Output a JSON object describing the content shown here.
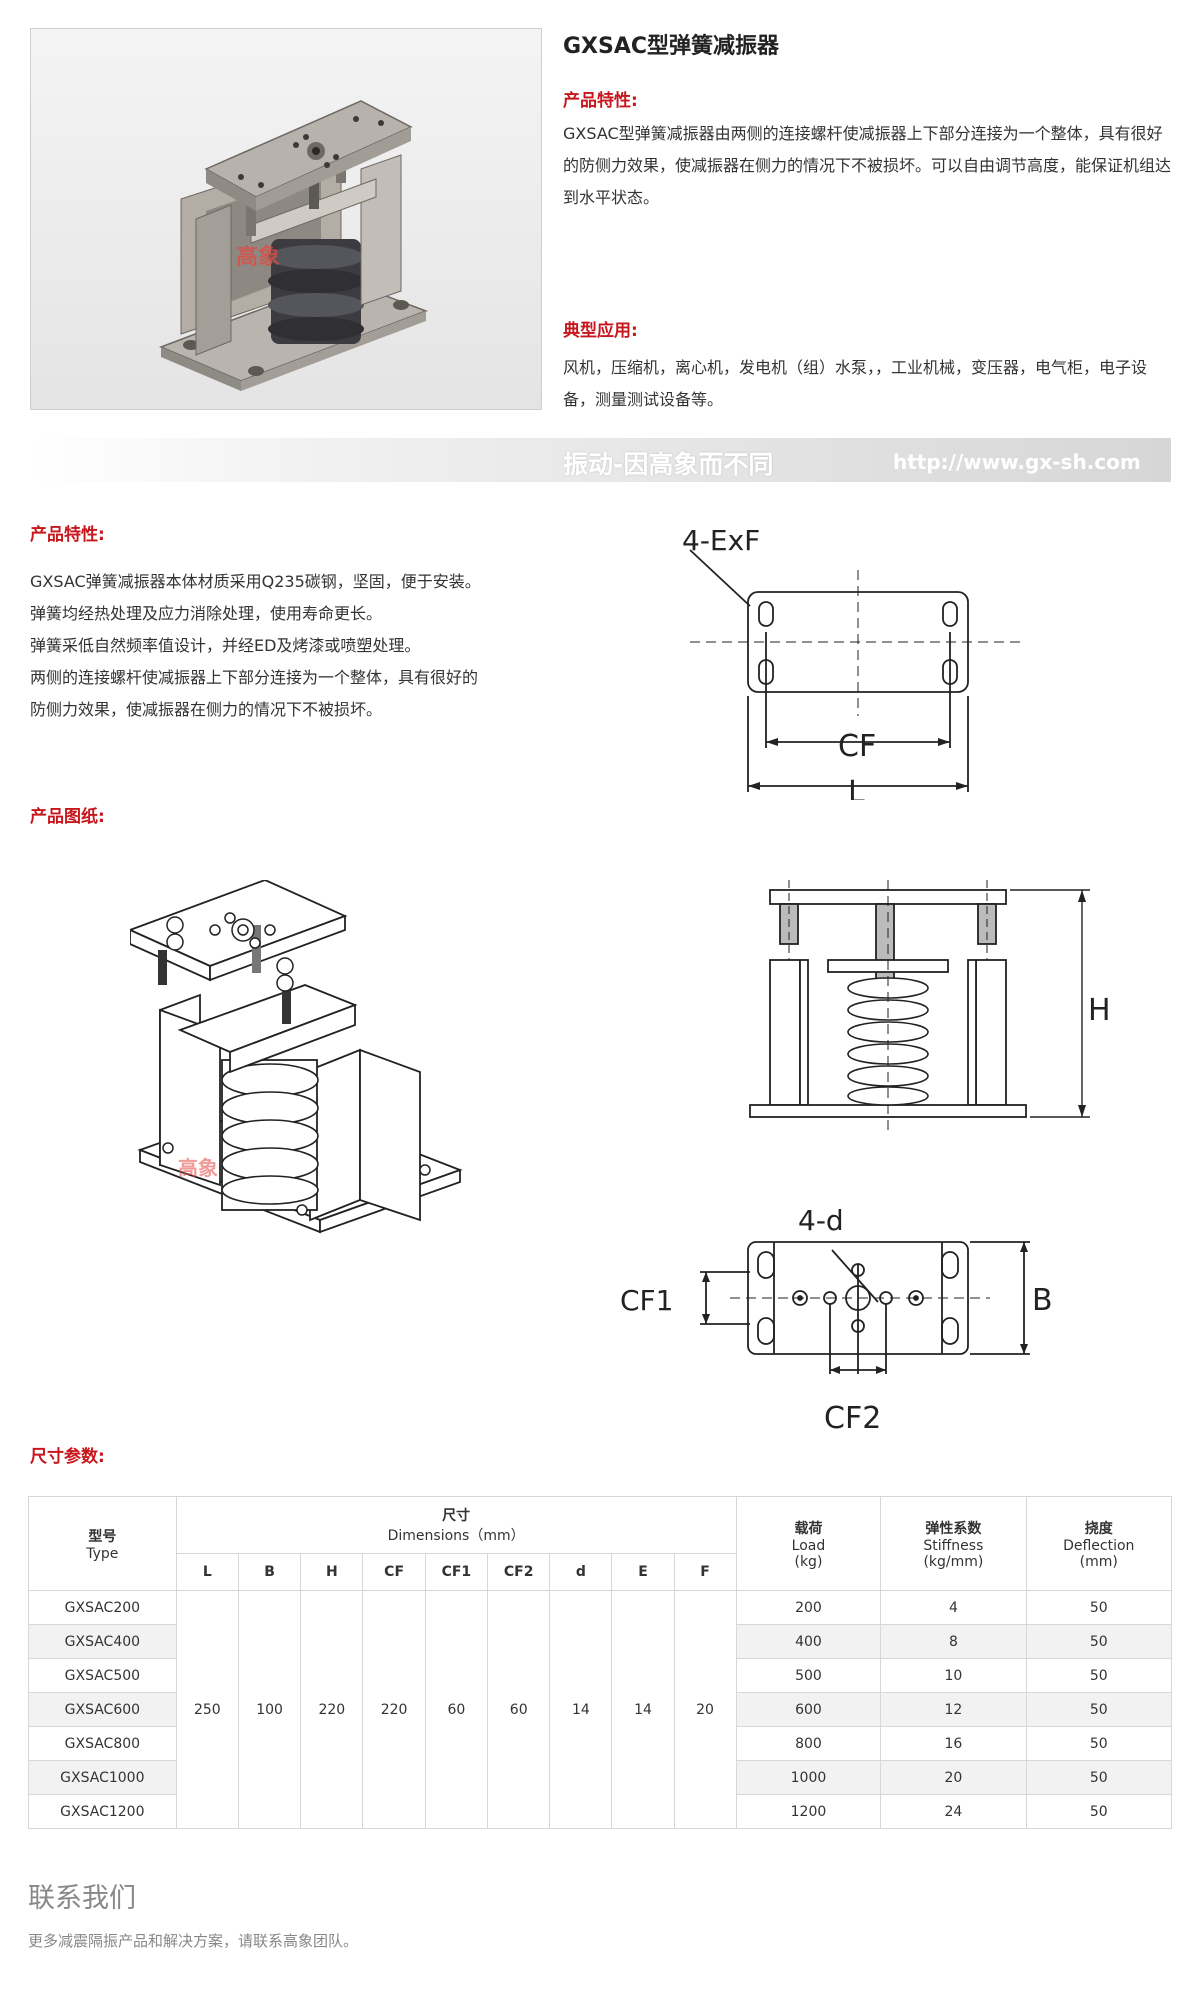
{
  "product": {
    "title": "GXSAC型弹簧减振器",
    "features_heading": "产品特性:",
    "features_text": "GXSAC型弹簧减振器由两侧的连接螺杆使减振器上下部分连接为一个整体，具有很好的防侧力效果，使减振器在侧力的情况下不被损坏。可以自由调节高度，能保证机组达到水平状态。",
    "application_heading": "典型应用:",
    "application_text": "风机，压缩机，离心机，发电机（组）水泵，，工业机械，变压器，电气柜，电子设备，测量测试设备等。",
    "photo_watermark": "高象"
  },
  "banner": {
    "slogan": "振动-因高象而不同",
    "url": "http://www.gx-sh.com"
  },
  "features2": {
    "heading": "产品特性:",
    "lines": [
      "GXSAC弹簧减振器本体材质采用Q235碳钢，坚固，便于安装。",
      "弹簧均经热处理及应力消除处理，使用寿命更长。",
      "弹簧采低自然频率值设计，并经ED及烤漆或喷塑处理。",
      "两侧的连接螺杆使减振器上下部分连接为一个整体，具有很好的",
      "防侧力效果，使减振器在侧力的情况下不被损坏。"
    ]
  },
  "drawing": {
    "heading": "产品图纸:",
    "labels": {
      "exf": "4-ExF",
      "cf": "CF",
      "l": "L",
      "h": "H",
      "d": "4-d",
      "cf1": "CF1",
      "b": "B",
      "cf2": "CF2"
    },
    "watermark": "高象"
  },
  "params": {
    "heading": "尺寸参数:",
    "header": {
      "type_cn": "型号",
      "type_en": "Type",
      "dim_cn": "尺寸",
      "dim_en": "Dimensions（mm）",
      "load_cn": "载荷",
      "load_en": "Load",
      "load_unit": "(kg)",
      "stiff_cn": "弹性系数",
      "stiff_en": "Stiffness",
      "stiff_unit": "(kg/mm)",
      "defl_cn": "挠度",
      "defl_en": "Deflection",
      "defl_unit": "(mm)",
      "dims": [
        "L",
        "B",
        "H",
        "CF",
        "CF1",
        "CF2",
        "d",
        "E",
        "F"
      ]
    },
    "shared_dims": [
      "250",
      "100",
      "220",
      "220",
      "60",
      "60",
      "14",
      "14",
      "20"
    ],
    "rows": [
      {
        "type": "GXSAC200",
        "load": "200",
        "stiffness": "4",
        "deflection": "50"
      },
      {
        "type": "GXSAC400",
        "load": "400",
        "stiffness": "8",
        "deflection": "50"
      },
      {
        "type": "GXSAC500",
        "load": "500",
        "stiffness": "10",
        "deflection": "50"
      },
      {
        "type": "GXSAC600",
        "load": "600",
        "stiffness": "12",
        "deflection": "50"
      },
      {
        "type": "GXSAC800",
        "load": "800",
        "stiffness": "16",
        "deflection": "50"
      },
      {
        "type": "GXSAC1000",
        "load": "1000",
        "stiffness": "20",
        "deflection": "50"
      },
      {
        "type": "GXSAC1200",
        "load": "1200",
        "stiffness": "24",
        "deflection": "50"
      }
    ]
  },
  "contact": {
    "heading": "联系我们",
    "text": "更多减震隔振产品和解决方案，请联系高象团队。"
  },
  "colors": {
    "accent_red": "#c8161d",
    "banner_gray": "#d6d6d6",
    "spring_dark": "#3b3b40"
  }
}
